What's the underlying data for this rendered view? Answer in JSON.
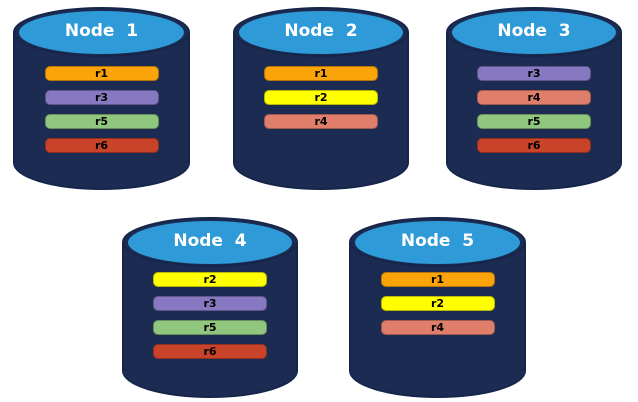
{
  "colors": {
    "background": "#FFFFFF",
    "cylinder_body": "#1C2B52",
    "cylinder_outline": "#16254A",
    "cylinder_top_face": "#2E9BD8",
    "node_title_text": "#FFFFFF",
    "replica_label_text": "#000000"
  },
  "replica_colors": {
    "r1": "#FBA40A",
    "r2": "#FFFF00",
    "r3": "#8678C1",
    "r4": "#DF7E6B",
    "r5": "#90C67E",
    "r6": "#C8432A"
  },
  "nodes": [
    {
      "title": "Node  1",
      "replicas": [
        "r1",
        "r3",
        "r5",
        "r6"
      ]
    },
    {
      "title": "Node  2",
      "replicas": [
        "r1",
        "r2",
        "r4"
      ]
    },
    {
      "title": "Node  3",
      "replicas": [
        "r3",
        "r4",
        "r5",
        "r6"
      ]
    },
    {
      "title": "Node  4",
      "replicas": [
        "r2",
        "r3",
        "r5",
        "r6"
      ]
    },
    {
      "title": "Node  5",
      "replicas": [
        "r1",
        "r2",
        "r4"
      ]
    }
  ]
}
